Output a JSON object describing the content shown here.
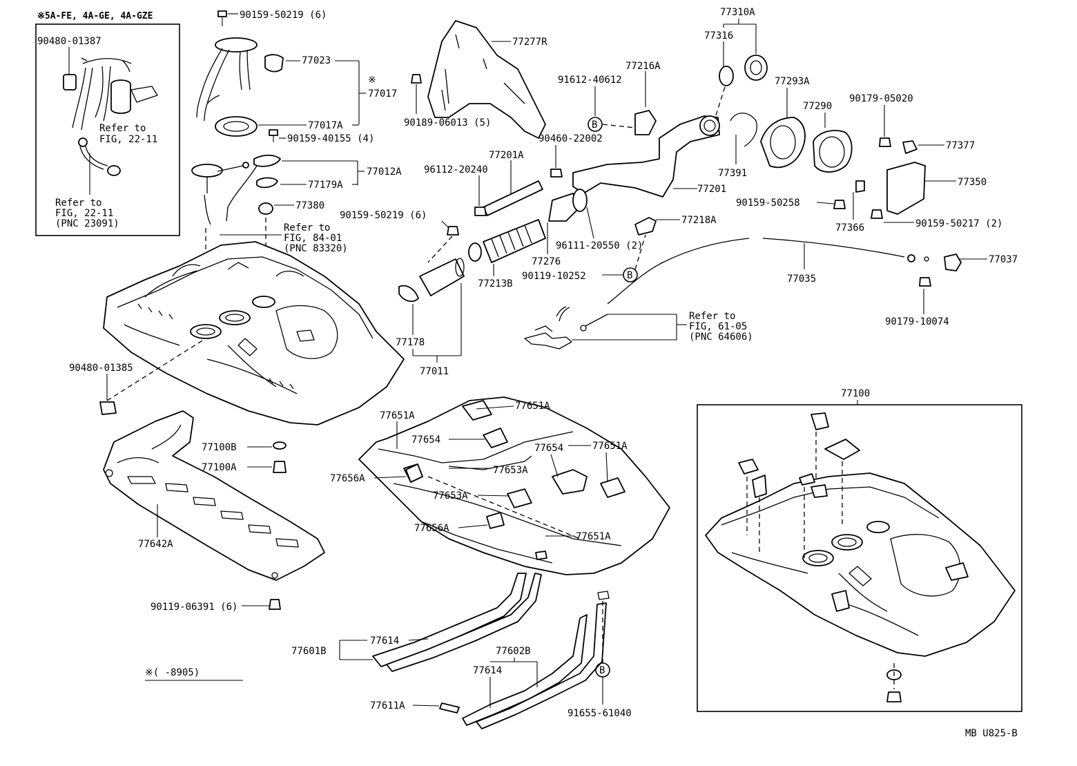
{
  "diagram": {
    "inset_left": {
      "header": "※5A-FE, 4A-GE, 4A-GZE",
      "part_upper": "90480-01387",
      "ref1_line1": "Refer to",
      "ref1_line2": "FIG, 22-11",
      "ref2_line1": "Refer to",
      "ref2_line2": "FIG, 22-11",
      "ref2_line3": "(PNC 23091)"
    },
    "labels": {
      "p90159_50219_top": "90159-50219 (6)",
      "p77023": "77023",
      "p77017_mark": "※",
      "p77017": "77017",
      "p77017a": "77017A",
      "p90159_40155": "90159-40155 (4)",
      "p77012a": "77012A",
      "p77179a": "77179A",
      "p77380": "77380",
      "ref84_line1": "Refer to",
      "ref84_line2": "FIG, 84-01",
      "ref84_line3": "(PNC 83320)",
      "p77277r": "77277R",
      "p90189_06013": "90189-06013 (5)",
      "p91612_40612": "91612-40612",
      "p77216a": "77216A",
      "p90460_22002": "90460-22002",
      "p77201a": "77201A",
      "p96112_20240": "96112-20240",
      "p90159_50219_mid": "90159-50219 (6)",
      "p77201": "77201",
      "p96111_20550": "96111-20550 (2)",
      "p77276": "77276",
      "p77213b": "77213B",
      "p90119_10252": "90119-10252",
      "p77218a": "77218A",
      "p77178": "77178",
      "p77011": "77011",
      "p77310a": "77310A",
      "p77316": "77316",
      "p77293a": "77293A",
      "p77290": "77290",
      "p90179_05020": "90179-05020",
      "p77377": "77377",
      "p77391": "77391",
      "p77350": "77350",
      "p90159_50258": "90159-50258",
      "p77366": "77366",
      "p90159_50217": "90159-50217 (2)",
      "p77035": "77035",
      "p77037": "77037",
      "p90179_10074": "90179-10074",
      "ref61_line1": "Refer to",
      "ref61_line2": "FIG, 61-05",
      "ref61_line3": "(PNC 64606)",
      "p90480_01385": "90480-01385",
      "p77100b": "77100B",
      "p77100a": "77100A",
      "p77642a": "77642A",
      "p90119_06391": "90119-06391 (6)",
      "p77651a_1": "77651A",
      "p77651a_2": "77651A",
      "p77654_1": "77654",
      "p77654_2": "77654",
      "p77651a_3": "77651A",
      "p77653a_1": "77653A",
      "p77656a_1": "77656A",
      "p77653a_2": "77653A",
      "p77656a_2": "77656A",
      "p77651a_4": "77651A",
      "p77614_1": "77614",
      "p77601b": "77601B",
      "p77602b": "77602B",
      "p77614_2": "77614",
      "p77611a": "77611A",
      "p91655_61040": "91655-61040",
      "p77100": "77100",
      "date_note": "※(     -8905)",
      "drawing_code": "MB U825-B",
      "marker_b": "B"
    }
  }
}
